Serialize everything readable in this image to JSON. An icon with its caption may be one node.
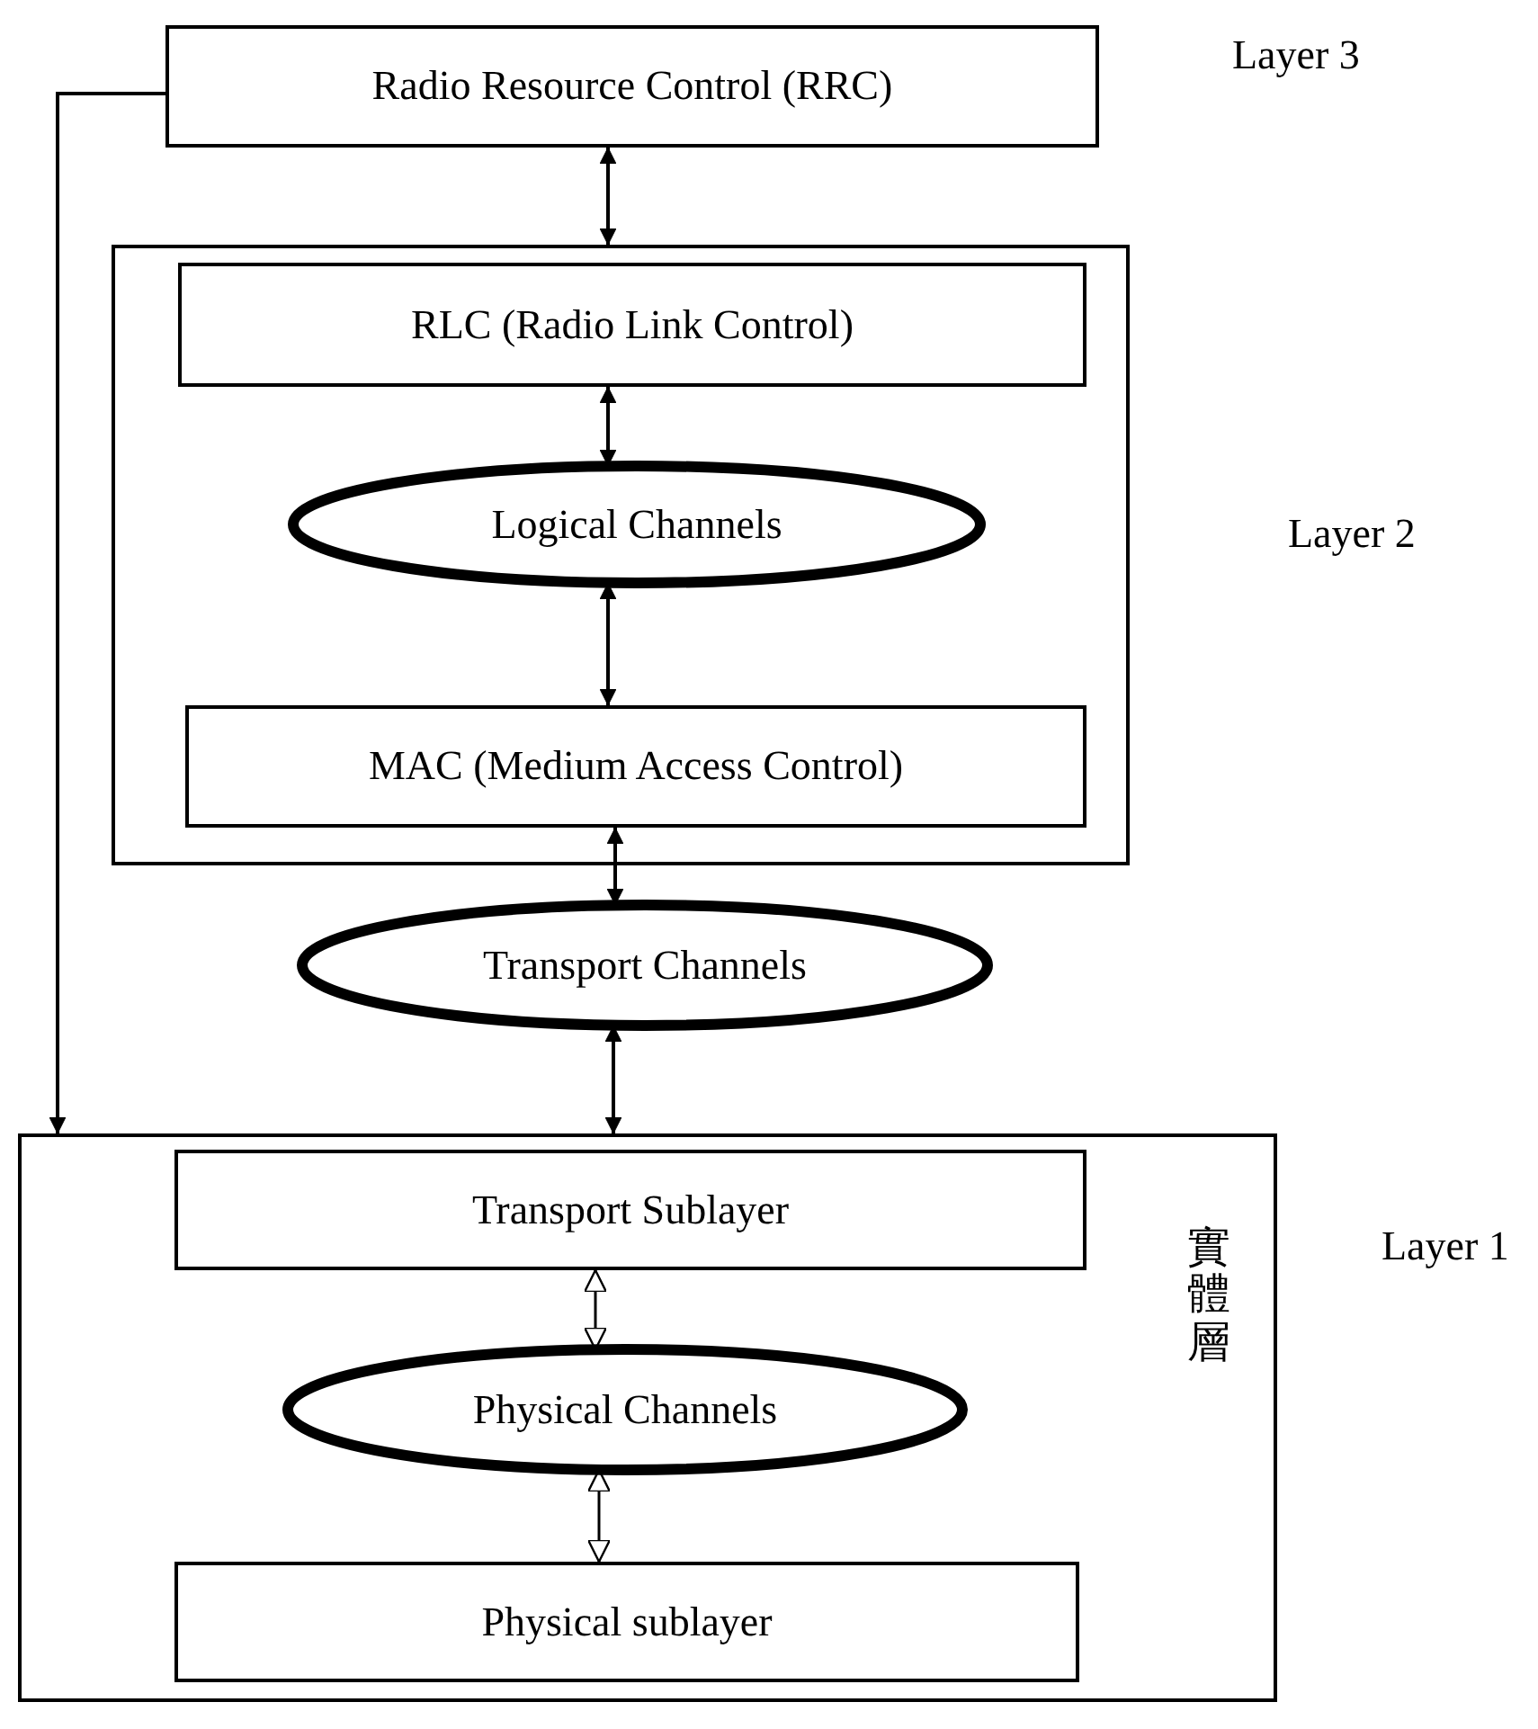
{
  "diagram": {
    "nodes": [
      {
        "text": [
          "Radio Resource Control (RRC)"
        ]
      },
      {
        "text": [],
        "shape": "box"
      },
      {
        "text": [
          "RLC (Radio Link Control)"
        ],
        "in": 1
      },
      {
        "text": [
          "Logical Channels"
        ],
        "in": 1
      },
      {
        "text": [
          "MAC (Medium Access Control)"
        ],
        "in": 1
      },
      {
        "text": [
          "Transport Channels"
        ]
      },
      {
        "text": [
          "實體層"
        ]
      },
      {
        "text": [
          "Transport Sublayer"
        ],
        "in": 6
      },
      {
        "text": [
          "Physical Channels"
        ],
        "in": 6
      },
      {
        "text": [
          "Physical sublayer"
        ],
        "in": 6
      }
    ],
    "edges": [
      {
        "from": 0,
        "to": 1,
        "arrow": "both"
      },
      {
        "from": 2,
        "to": 3,
        "arrow": "both"
      },
      {
        "from": 3,
        "to": 4,
        "arrow": "both"
      },
      {
        "from": 4,
        "to": 5,
        "arrow": "both"
      },
      {
        "from": 5,
        "to": 6,
        "arrow": "both"
      },
      {
        "from": 0,
        "to": 6,
        "arrow": "to"
      },
      {
        "from": 7,
        "to": 8,
        "arrow": "both"
      },
      {
        "from": 8,
        "to": 9,
        "arrow": "both"
      }
    ],
    "labels": [
      "Layer 3",
      "Layer 2",
      "Layer 1"
    ]
  }
}
